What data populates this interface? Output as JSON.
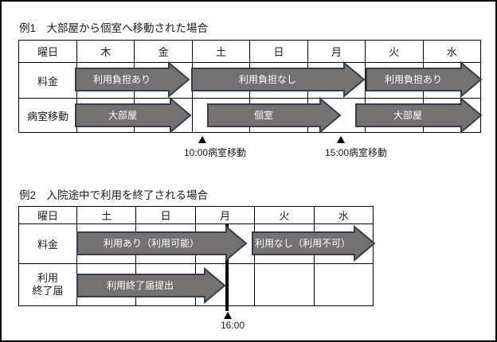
{
  "colors": {
    "arrow_fill": "#767171",
    "arrow_stroke": "#333F50",
    "arrow_text": "#ffffff",
    "table_border": "#000000",
    "text": "#1a1a1a"
  },
  "example1": {
    "title": "例1　大部屋から個室へ移動された場合",
    "row_headers": [
      "曜日",
      "料金",
      "病室移動"
    ],
    "day_headers": [
      "木",
      "金",
      "土",
      "日",
      "月",
      "火",
      "水"
    ],
    "fee_arrows": [
      "利用負担あり",
      "利用負担なし",
      "利用負担あり"
    ],
    "room_arrows": [
      "大部屋",
      "個室",
      "大部屋"
    ],
    "markers": [
      "10:00病室移動",
      "15:00病室移動"
    ]
  },
  "example2": {
    "title": "例2　入院途中で利用を終了される場合",
    "row_headers": [
      "曜日",
      "料金",
      "利用",
      "終了届"
    ],
    "day_headers": [
      "土",
      "日",
      "月",
      "火",
      "水"
    ],
    "fee_arrows": [
      "利用あり（利用可能）",
      "利用なし（利用不可）"
    ],
    "end_arrow": "利用終了届提出",
    "marker": "16:00"
  }
}
